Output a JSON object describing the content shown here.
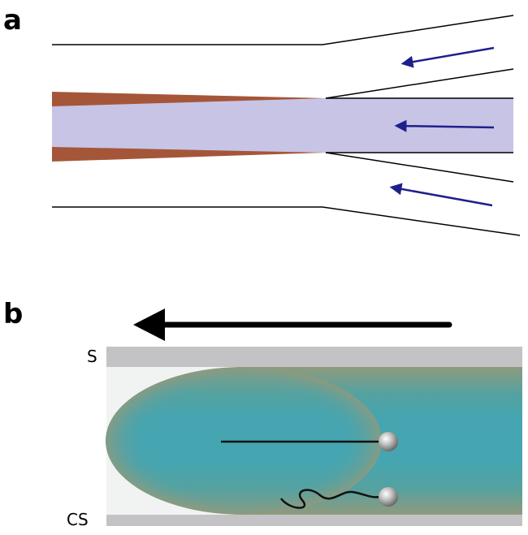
{
  "panels": {
    "a": {
      "label": "a"
    },
    "b": {
      "label": "b",
      "top_surface_label": "S",
      "bottom_surface_label": "CS"
    }
  },
  "colors": {
    "central_stream": "#c8c4e6",
    "tapered_walls": "#a55639",
    "flow_arrows": "#1f1f8c",
    "channel_lines": "#000000",
    "surface_bars": "#c3c3c5",
    "channel_background": "#f1f3f2",
    "fluid_core": "#45a5b0",
    "fluid_edge": "#8f9a7d",
    "big_arrow": "#000000",
    "bead": "#b9b9b9",
    "tether": "#111111"
  },
  "icons": {
    "flow_arrows": "left-arrow-icon",
    "big_arrow": "left-arrow-icon",
    "beads": "bead-icon"
  }
}
